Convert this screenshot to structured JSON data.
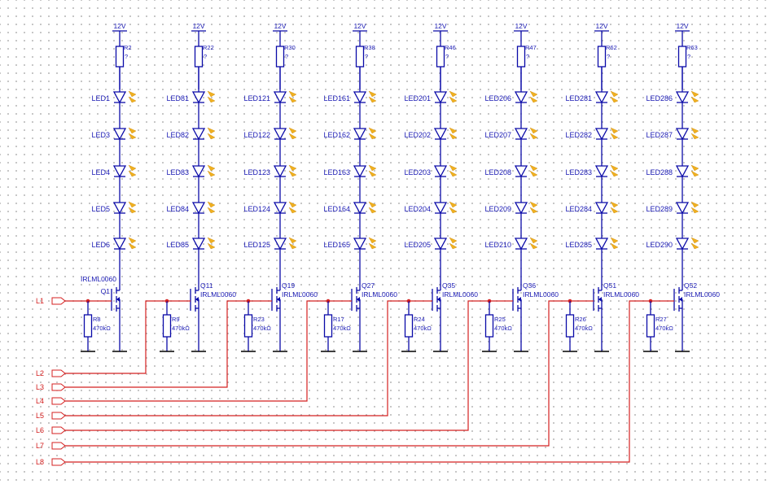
{
  "supply_label": "12V",
  "channels": [
    {
      "resistor": "R2",
      "value": "?",
      "leds": [
        "LED1",
        "LED3",
        "LED4",
        "LED5",
        "LED6"
      ],
      "transistor": "Q1",
      "part": "IRLML0060",
      "pulldown": "R8",
      "pulldown_value": "470kΩ"
    },
    {
      "resistor": "R22",
      "value": "?",
      "leds": [
        "LED81",
        "LED82",
        "LED83",
        "LED84",
        "LED85"
      ],
      "transistor": "Q11",
      "part": "IRLML0060",
      "pulldown": "R9",
      "pulldown_value": "470kΩ"
    },
    {
      "resistor": "R30",
      "value": "?",
      "leds": [
        "LED121",
        "LED122",
        "LED123",
        "LED124",
        "LED125"
      ],
      "transistor": "Q19",
      "part": "IRLML0060",
      "pulldown": "R23",
      "pulldown_value": "470kΩ"
    },
    {
      "resistor": "R38",
      "value": "?",
      "leds": [
        "LED161",
        "LED162",
        "LED163",
        "LED164",
        "LED165"
      ],
      "transistor": "Q27",
      "part": "IRLML0060",
      "pulldown": "R17",
      "pulldown_value": "470kΩ"
    },
    {
      "resistor": "R46",
      "value": "?",
      "leds": [
        "LED201",
        "LED202",
        "LED203",
        "LED204",
        "LED205"
      ],
      "transistor": "Q35",
      "part": "IRLML0060",
      "pulldown": "R24",
      "pulldown_value": "470kΩ"
    },
    {
      "resistor": "R47",
      "value": "?",
      "leds": [
        "LED206",
        "LED207",
        "LED208",
        "LED209",
        "LED210"
      ],
      "transistor": "Q36",
      "part": "IRLML0060",
      "pulldown": "R25",
      "pulldown_value": "470kΩ"
    },
    {
      "resistor": "R62",
      "value": "?",
      "leds": [
        "LED281",
        "LED282",
        "LED283",
        "LED284",
        "LED285"
      ],
      "transistor": "Q51",
      "part": "IRLML0060",
      "pulldown": "R26",
      "pulldown_value": "470kΩ"
    },
    {
      "resistor": "R63",
      "value": "?",
      "leds": [
        "LED286",
        "LED287",
        "LED288",
        "LED289",
        "LED290"
      ],
      "transistor": "Q52",
      "part": "IRLML0060",
      "pulldown": "R27",
      "pulldown_value": "470kΩ"
    }
  ],
  "signals": [
    "L1",
    "L2",
    "L3",
    "L4",
    "L5",
    "L6",
    "L7",
    "L8"
  ],
  "colors": {
    "wire": "#0a0aa8",
    "signal": "#d42020",
    "led_arrow": "#f0b020",
    "ground": "#000000"
  }
}
